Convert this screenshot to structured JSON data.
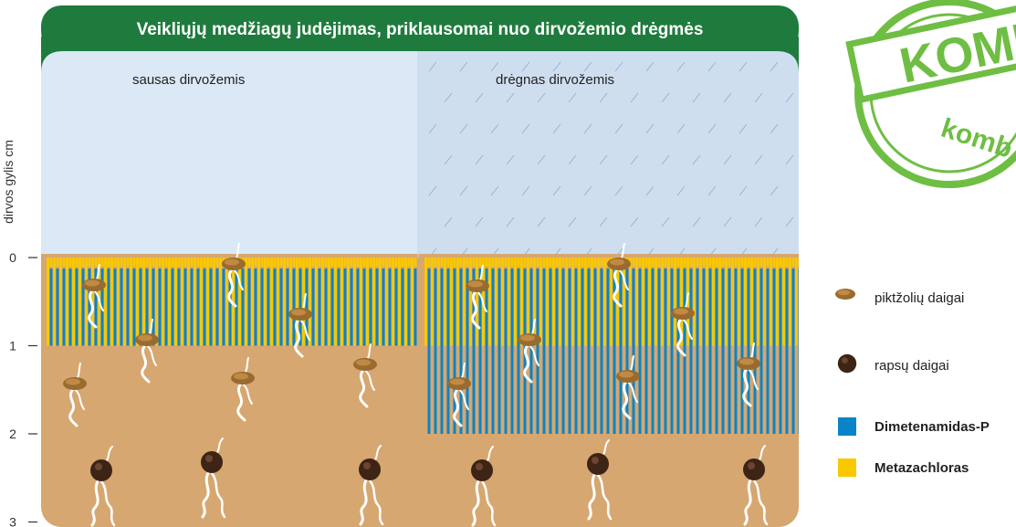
{
  "title": "Veikliųjų medžiagų judėjimas, priklausomai nuo dirvožemio drėgmės",
  "panels": {
    "dry": {
      "label": "sausas dirvožemis"
    },
    "wet": {
      "label": "drėgnas dirvožemis"
    }
  },
  "y_axis": {
    "label": "dirvos gylis cm",
    "ticks": [
      "0",
      "1",
      "2",
      "3"
    ]
  },
  "stamp": {
    "big_text": "KOMB",
    "small_text": "komb"
  },
  "legend": [
    {
      "label": "piktžolių daigai",
      "marker": "weed-seedling-icon"
    },
    {
      "label": "rapsų daigai",
      "marker": "rapeseed-seedling-icon"
    },
    {
      "label": "Dimetenamidas-P",
      "color": "#0a84c6"
    },
    {
      "label": "Metazachloras",
      "color": "#f9c800"
    }
  ],
  "colors": {
    "title_bar": "#1e7b3d",
    "air": "#dbe8f5",
    "soil": "#d6a771",
    "dimethenamid": "#0a84c6",
    "metazachlor": "#f9c800",
    "stamp": "#6fbe44"
  },
  "penetration_depth_cm": {
    "dry": {
      "metazachlor": 1.0,
      "dimethenamid": 1.0
    },
    "wet": {
      "metazachlor": 1.0,
      "dimethenamid": 2.0
    }
  }
}
